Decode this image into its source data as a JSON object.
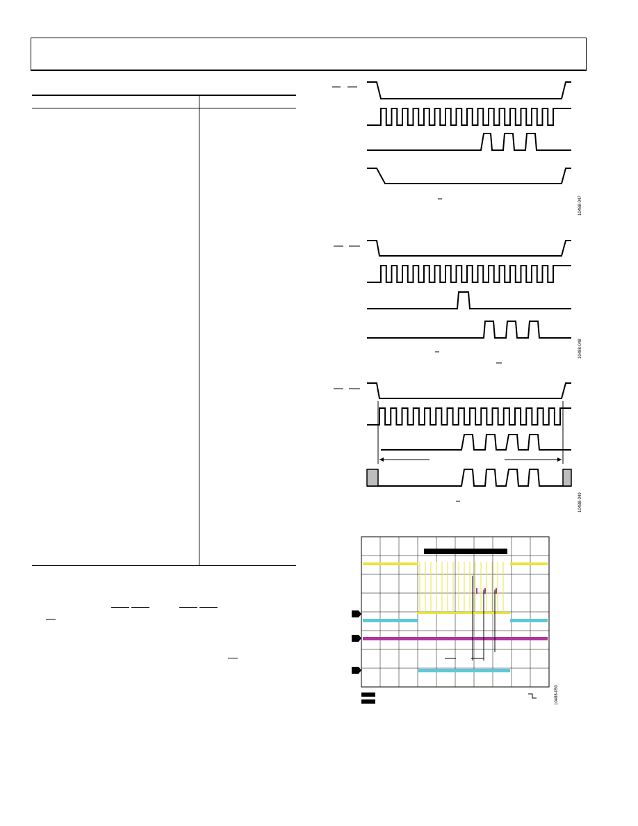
{
  "document": {
    "header": {
      "title": ""
    },
    "table": {
      "columns": [
        "",
        ""
      ],
      "rows": []
    },
    "figures": [
      {
        "id": "figure-1",
        "figure_number": "10488-047",
        "signals": 4
      },
      {
        "id": "figure-2",
        "figure_number": "10488-048",
        "signals": 4
      },
      {
        "id": "figure-3",
        "figure_number": "10488-049",
        "signals": 4
      },
      {
        "id": "figure-4",
        "figure_number": "10488-050",
        "type": "oscilloscope capture"
      }
    ],
    "colors": {
      "trace_yellow": "#e8e43a",
      "trace_cyan": "#5fc8d8",
      "trace_magenta": "#b0359c",
      "grid": "#000000"
    }
  }
}
